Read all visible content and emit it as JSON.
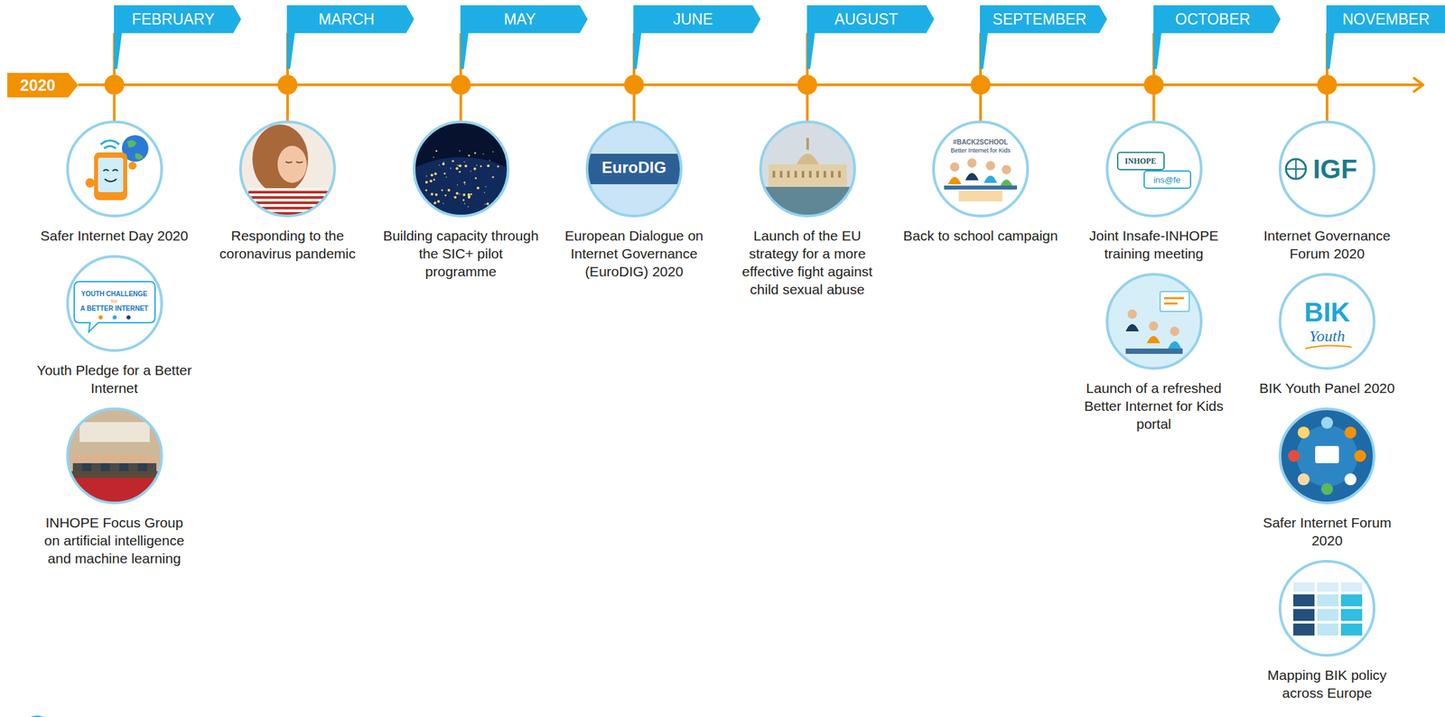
{
  "diagram": {
    "nodes": [
      {
        "text": [
          "2020"
        ]
      },
      {
        "text": [
          "FEBRUARY"
        ]
      },
      {
        "text": [
          "Safer Internet Day 2020"
        ]
      },
      {
        "text": [
          "Youth Pledge for a Better Internet"
        ]
      },
      {
        "text": [
          "INHOPE Focus Group on artificial intelligence and machine learning"
        ]
      },
      {
        "text": [
          "MARCH"
        ]
      },
      {
        "text": [
          "Responding to the coronavirus pandemic"
        ]
      },
      {
        "text": [
          "MAY"
        ]
      },
      {
        "text": [
          "Building capacity through the SIC+ pilot programme"
        ]
      },
      {
        "text": [
          "JUNE"
        ]
      },
      {
        "text": [
          "European Dialogue on Internet Governance (EuroDIG) 2020"
        ]
      },
      {
        "text": [
          "AUGUST"
        ]
      },
      {
        "text": [
          "Launch of the EU strategy for a more effective fight against child sexual abuse"
        ]
      },
      {
        "text": [
          "SEPTEMBER"
        ]
      },
      {
        "text": [
          "Back to school campaign"
        ]
      },
      {
        "text": [
          "OCTOBER"
        ]
      },
      {
        "text": [
          "Joint Insafe-INHOPE training meeting"
        ]
      },
      {
        "text": [
          "Launch of a refreshed Better Internet for Kids portal"
        ]
      },
      {
        "text": [
          "NOVEMBER"
        ]
      },
      {
        "text": [
          "Internet Governance Forum 2020"
        ]
      },
      {
        "text": [
          "BIK Youth Panel 2020"
        ]
      },
      {
        "text": [
          "Safer Internet Forum 2020"
        ]
      },
      {
        "text": [
          "Mapping BIK policy across Europe"
        ]
      }
    ],
    "edges": [
      {
        "from": 1,
        "to": 2,
        "arrow": "none"
      },
      {
        "from": 5,
        "to": 6,
        "arrow": "none"
      },
      {
        "from": 7,
        "to": 8,
        "arrow": "none"
      },
      {
        "from": 9,
        "to": 10,
        "arrow": "none"
      },
      {
        "from": 11,
        "to": 12,
        "arrow": "none"
      },
      {
        "from": 13,
        "to": 14,
        "arrow": "none"
      },
      {
        "from": 15,
        "to": 16,
        "arrow": "none"
      },
      {
        "from": 18,
        "to": 19,
        "arrow": "none"
      }
    ],
    "labels": [
      "YOUTH CHALLENGE",
      "for",
      "A BETTER INTERNET",
      "EuroDIG",
      "#BACK2SCHOOL",
      "Better Internet for Kids",
      "INHOPE",
      "ins@fe",
      "IGF",
      "BIK",
      "Youth"
    ]
  }
}
